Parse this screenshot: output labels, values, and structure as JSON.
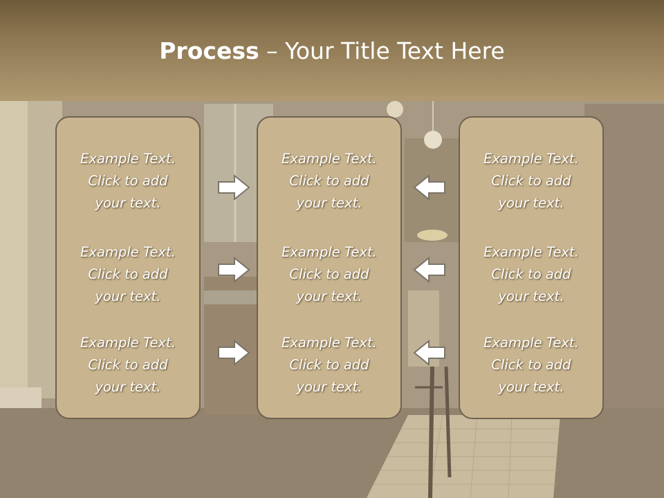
{
  "title": {
    "bold": "Process",
    "rest": " – Your Title Text Here"
  },
  "columns": [
    {
      "blocks": [
        [
          "Example Text.",
          "Click  to add",
          "your text."
        ],
        [
          "Example Text.",
          "Click  to add",
          "your text."
        ],
        [
          "Example Text.",
          "Click  to add",
          "your text."
        ]
      ]
    },
    {
      "blocks": [
        [
          "Example Text.",
          "Click  to add",
          "your text."
        ],
        [
          "Example Text.",
          "Click  to add",
          "your text."
        ],
        [
          "Example Text.",
          "Click  to add",
          "your text."
        ]
      ]
    },
    {
      "blocks": [
        [
          "Example Text.",
          "Click  to add",
          "your text."
        ],
        [
          "Example Text.",
          "Click  to add",
          "your text."
        ],
        [
          "Example Text.",
          "Click  to add",
          "your text."
        ]
      ]
    }
  ],
  "arrows": [
    {
      "icon": "arrow-right-icon"
    },
    {
      "icon": "arrow-left-icon"
    }
  ],
  "colors": {
    "header": "#8c7651",
    "panel": "#c8b48e",
    "panel_border": "#6e6252",
    "text": "#ffffff"
  }
}
